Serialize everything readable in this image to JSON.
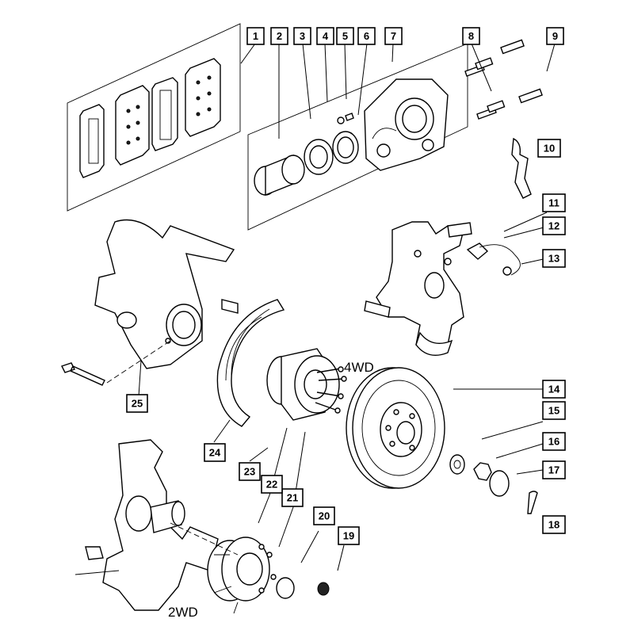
{
  "diagram": {
    "callouts": [
      {
        "id": "1",
        "label": "1"
      },
      {
        "id": "2",
        "label": "2"
      },
      {
        "id": "3",
        "label": "3"
      },
      {
        "id": "4",
        "label": "4"
      },
      {
        "id": "5",
        "label": "5"
      },
      {
        "id": "6",
        "label": "6"
      },
      {
        "id": "7",
        "label": "7"
      },
      {
        "id": "8",
        "label": "8"
      },
      {
        "id": "9",
        "label": "9"
      },
      {
        "id": "10",
        "label": "10"
      },
      {
        "id": "11",
        "label": "11"
      },
      {
        "id": "12",
        "label": "12"
      },
      {
        "id": "13",
        "label": "13"
      },
      {
        "id": "14",
        "label": "14"
      },
      {
        "id": "15",
        "label": "15"
      },
      {
        "id": "16",
        "label": "16"
      },
      {
        "id": "17",
        "label": "17"
      },
      {
        "id": "18",
        "label": "18"
      },
      {
        "id": "19",
        "label": "19"
      },
      {
        "id": "20",
        "label": "20"
      },
      {
        "id": "21",
        "label": "21"
      },
      {
        "id": "22",
        "label": "22"
      },
      {
        "id": "23",
        "label": "23"
      },
      {
        "id": "24",
        "label": "24"
      },
      {
        "id": "25",
        "label": "25"
      }
    ],
    "variants": {
      "four_wd": "4WD",
      "two_wd": "2WD"
    }
  }
}
